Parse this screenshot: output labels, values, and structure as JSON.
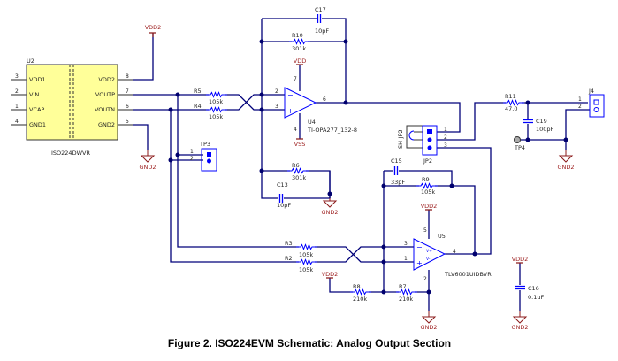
{
  "caption": "Figure 2. ISO224EVM Schematic: Analog Output Section",
  "colors": {
    "wire": "#00007a",
    "component": "#0000ff",
    "power": "#9b1b1b",
    "ic_fill": "#ffff99"
  },
  "nets": {
    "vdd2": "VDD2",
    "vdd": "VDD",
    "vss": "VSS",
    "gnd2": "GND2"
  },
  "u2": {
    "ref": "U2",
    "part": "ISO224DWVR",
    "pins_left": [
      {
        "num": "3",
        "name": "VDD1"
      },
      {
        "num": "2",
        "name": "VIN"
      },
      {
        "num": "1",
        "name": "VCAP"
      },
      {
        "num": "4",
        "name": "GND1"
      }
    ],
    "pins_right": [
      {
        "num": "8",
        "name": "VDD2"
      },
      {
        "num": "7",
        "name": "VOUTP"
      },
      {
        "num": "6",
        "name": "VOUTN"
      },
      {
        "num": "5",
        "name": "GND2"
      }
    ]
  },
  "u4": {
    "ref": "U4",
    "part": "TI-OPA277_132-8",
    "pin_in_neg": "2",
    "pin_in_pos": "3",
    "pin_out": "6",
    "pin_vpos": "7",
    "pin_vneg": "4",
    "sign_neg": "−",
    "sign_pos": "+"
  },
  "u5": {
    "ref": "U5",
    "part": "TLV6001UIDBVR",
    "pin_in_neg": "3",
    "pin_in_pos": "1",
    "pin_out": "4",
    "pin_vpos": "5",
    "pin_vneg": "2",
    "sign_neg": "−",
    "sign_pos": "+",
    "label_vpos": "V+",
    "label_vneg": "V-"
  },
  "components": {
    "r5": {
      "ref": "R5",
      "value": "105k"
    },
    "r4": {
      "ref": "R4",
      "value": "105k"
    },
    "r10": {
      "ref": "R10",
      "value": "301k"
    },
    "c17": {
      "ref": "C17",
      "value": "10pF"
    },
    "r6": {
      "ref": "R6",
      "value": "301k"
    },
    "c13": {
      "ref": "C13",
      "value": "10pF"
    },
    "r3": {
      "ref": "R3",
      "value": "105k"
    },
    "r2": {
      "ref": "R2",
      "value": "105k"
    },
    "r8": {
      "ref": "R8",
      "value": "210k"
    },
    "r7": {
      "ref": "R7",
      "value": "210k"
    },
    "r9": {
      "ref": "R9",
      "value": "105k"
    },
    "c15": {
      "ref": "C15",
      "value": "33pF"
    },
    "r11": {
      "ref": "R11",
      "value": "47.0"
    },
    "c19": {
      "ref": "C19",
      "value": "100pF"
    },
    "c16": {
      "ref": "C16",
      "value": "0.1uF"
    }
  },
  "tp3": {
    "ref": "TP3",
    "pins": [
      "1",
      "2"
    ]
  },
  "tp4": {
    "ref": "TP4"
  },
  "jp2": {
    "ref": "JP2",
    "shunt": "SH-JP2",
    "pins": [
      "1",
      "2",
      "3"
    ]
  },
  "j4": {
    "ref": "J4",
    "pins": [
      "1",
      "2"
    ]
  }
}
